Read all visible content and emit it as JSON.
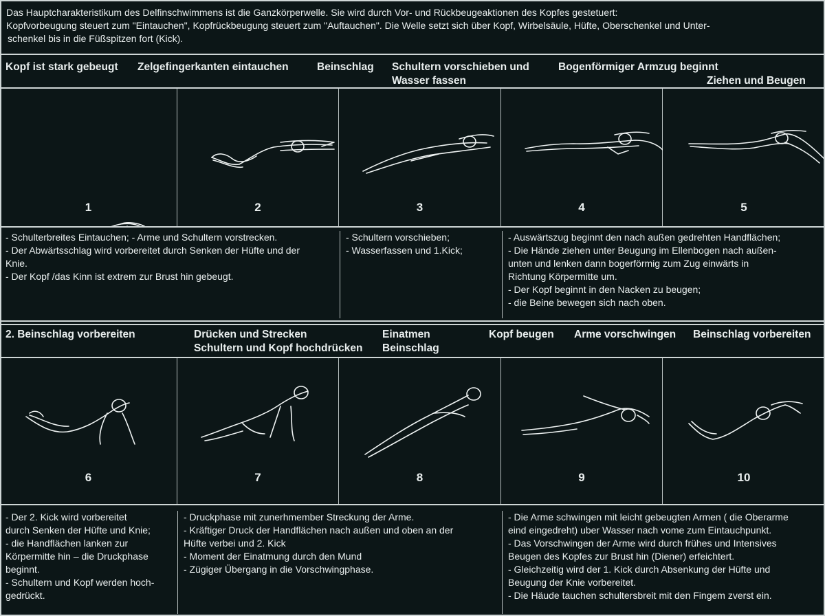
{
  "intro": [
    "Das Hauptcharakteristikum des Delfinschwimmens ist die Ganzkörperwelle. Sie wird durch Vor- und Rückbeugeaktionen des Kopfes gestetuert:",
    "Kopfvorbeugung steuert zum \"Eintauchen\", Kopfrückbeugung steuert zum \"Auftauchen\". Die Welle setzt sich über Kopf, Wirbelsäule,  Hüfte, Oberschenkel und Unter-",
    "schenkel bis in die Füßspitzen fort (Kick)."
  ],
  "section1": {
    "headings": [
      "Kopf ist stark gebeugt",
      "Zelgefingerkanten eintauchen",
      "Beinschlag",
      "Schultern vorschieben und",
      "Wasser fassen",
      "Bogenförmiger Armzug beginnt",
      "Ziehen  und Beugen"
    ],
    "numbers": [
      "1",
      "2",
      "3",
      "4",
      "5"
    ],
    "notes_a": [
      "- Schulterbreites Eintauchen; - Arme und Schultern vorstrecken.",
      "- Der Abwärtsschlag wird vorbereitet durch Senken der Hüfte und der",
      "   Knie.",
      "- Der Kopf /das Kinn ist extrem zur Brust hin gebeugt."
    ],
    "notes_b": [
      "- Schultern vorschieben;",
      "- Wasserfassen und 1.Kick;"
    ],
    "notes_c": [
      "- Auswärtszug beginnt  den nach außen gedrehten Handflächen;",
      "- Die Hände ziehen unter Beugung im Ellenbogen nach außen-",
      "   unten und lenken dann bogerförmig zum Zug einwärts in",
      "   Richtung Körpermitte um.",
      "- Der Kopf beginnt in den Nacken zu beugen;",
      "- die Beine bewegen sich nach oben."
    ]
  },
  "section2": {
    "headings": [
      "2. Beinschlag vorbereiten",
      "Drücken und Strecken",
      "Schultern und Kopf  hochdrücken",
      "Einatmen",
      "Beinschlag",
      "Kopf beugen",
      "Arme vorschwingen",
      "Beinschlag vorbereiten"
    ],
    "numbers": [
      "6",
      "7",
      "8",
      "9",
      "10"
    ],
    "notes_a": [
      "- Der 2. Kick wird vorbereitet",
      "   durch Senken der Hüfte und Knie;",
      "- die Handflächen lanken zur",
      "   Körpermitte hin – die Druckphase",
      "   beginnt.",
      "- Schultern und Kopf werden hoch-",
      "   gedrückt."
    ],
    "notes_b": [
      "- Druckphase mit zunerhmember Streckung der Arme.",
      "- Kräftiger Druck der Handflächen nach außen und oben an der",
      "   Hüfte verbei und 2. Kick",
      "- Moment der Einatmung durch den Mund",
      "- Zügiger Übergang in die Vorschwingphase."
    ],
    "notes_c": [
      "- Die Arme schwingen mit leicht gebeugten Armen ( die Oberarme",
      "   eind eingedreht) uber Wasser nach vome zum Eintauchpunkt.",
      "- Das Vorschwingen der Arme wird durch frühes und Intensives",
      "   Beugen des Kopfes zur Brust hin (Diener) erfeichtert.",
      "- Gleichzeitig wird der 1. Kick durch Absenkung der Hüfte und",
      "   Beugung der Knie vorbereitet.",
      "- Die Häude tauchen schultersbreit mit den Fingem zverst ein."
    ]
  },
  "colors": {
    "background": "#0c1617",
    "line": "#cfd6d6",
    "text": "#e9eeee"
  }
}
